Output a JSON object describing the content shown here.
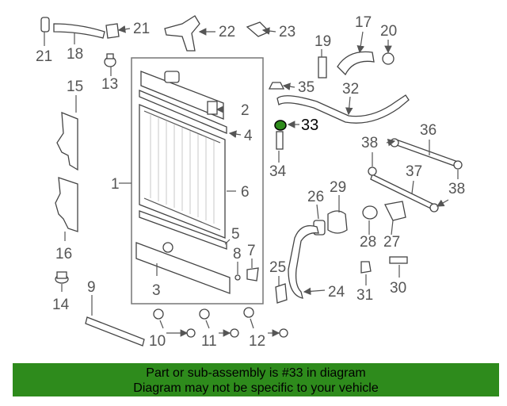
{
  "diagram": {
    "labels": {
      "p1": "1",
      "p2": "2",
      "p3": "3",
      "p4": "4",
      "p5": "5",
      "p6": "6",
      "p7": "7",
      "p8": "8",
      "p9": "9",
      "p10": "10",
      "p11": "11",
      "p12": "12",
      "p13": "13",
      "p14": "14",
      "p15": "15",
      "p16": "16",
      "p17": "17",
      "p18": "18",
      "p19": "19",
      "p20": "20",
      "p21a": "21",
      "p21b": "21",
      "p22": "22",
      "p23": "23",
      "p24": "24",
      "p25": "25",
      "p26": "26",
      "p27": "27",
      "p28": "28",
      "p29": "29",
      "p30": "30",
      "p31": "31",
      "p32": "32",
      "p33": "33",
      "p34": "34",
      "p35": "35",
      "p36": "36",
      "p37": "37",
      "p38a": "38",
      "p38b": "38"
    },
    "highlighted_part": "33",
    "highlight_color": "#2e8b1c"
  },
  "banner": {
    "line1": "Part or sub-assembly is #33 in diagram",
    "line2": "Diagram may not be specific to your vehicle",
    "background": "#2e8b1c"
  }
}
